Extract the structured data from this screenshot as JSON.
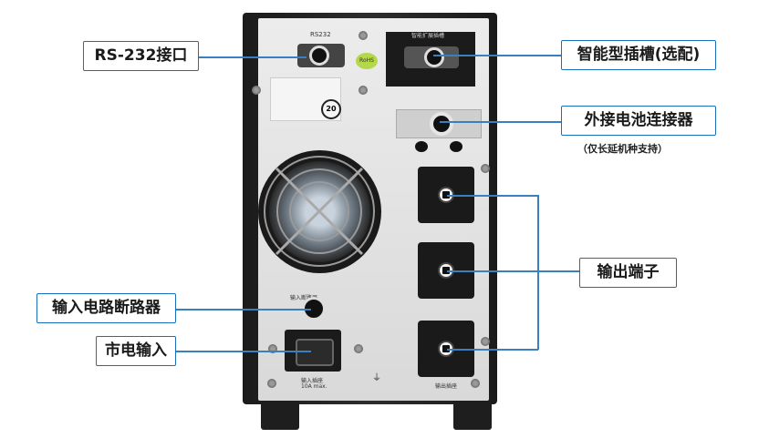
{
  "callouts": {
    "rs232": "RS-232接口",
    "smart_slot": "智能型插槽(选配)",
    "ext_battery": "外接电池连接器",
    "ext_battery_note": "（仅长延机种支持）",
    "output": "输出端子",
    "breaker": "输入电路断路器",
    "mains": "市电输入"
  },
  "device": {
    "rs232_label": "RS232",
    "slot_label": "智能扩展插槽",
    "sticker_text": "RoHS",
    "breaker_label": "输入断路器",
    "input_label": "输入插座",
    "input_rating": "10A max.",
    "output_label": "输出插座",
    "cert_mark": "20"
  },
  "colors": {
    "callout_border": "#1b6fb8",
    "leader_line": "#3a7fc0",
    "device_body": "#1b1b1b",
    "panel": "#e2e2e2"
  }
}
